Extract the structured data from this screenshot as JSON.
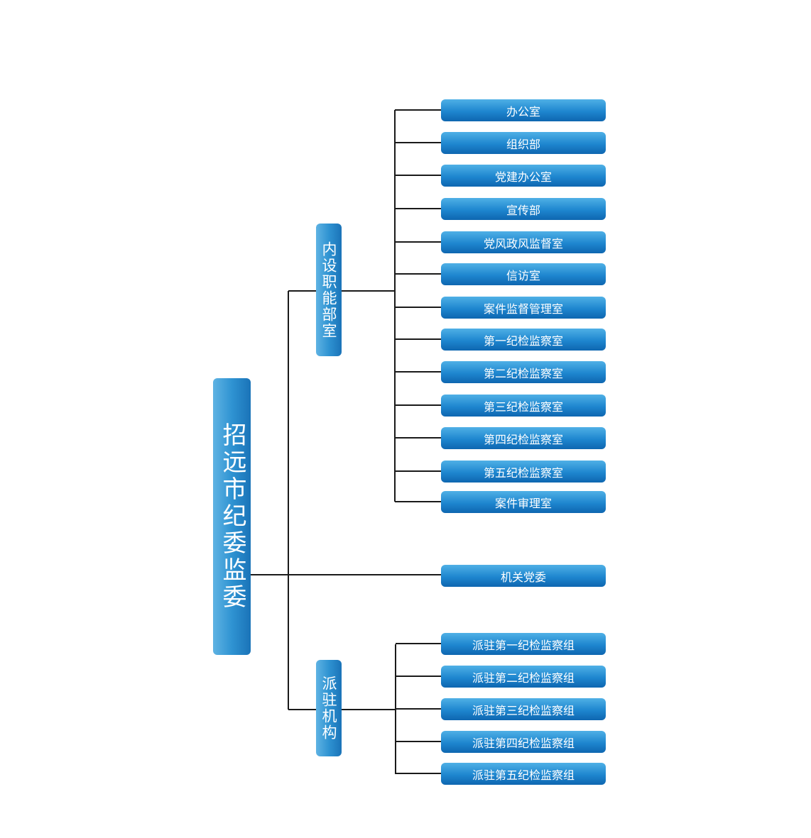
{
  "root": {
    "label": "招远市纪委监委"
  },
  "branches": {
    "internal": {
      "label": "内设职能部室",
      "items": [
        "办公室",
        "组织部",
        "党建办公室",
        "宣传部",
        "党风政风监督室",
        "信访室",
        "案件监督管理室",
        "第一纪检监察室",
        "第二纪检监察室",
        "第三纪检监察室",
        "第四纪检监察室",
        "第五纪检监察室",
        "案件审理室"
      ]
    },
    "party": {
      "label": "机关党委"
    },
    "stationed": {
      "label": "派驻机构",
      "items": [
        "派驻第一纪检监察组",
        "派驻第二纪检监察组",
        "派驻第三纪检监察组",
        "派驻第四纪检监察组",
        "派驻第五纪检监察组"
      ]
    }
  },
  "colors": {
    "node_light": "#4fb0e6",
    "node_dark": "#0e66b0",
    "connector": "#1a1a1a"
  }
}
